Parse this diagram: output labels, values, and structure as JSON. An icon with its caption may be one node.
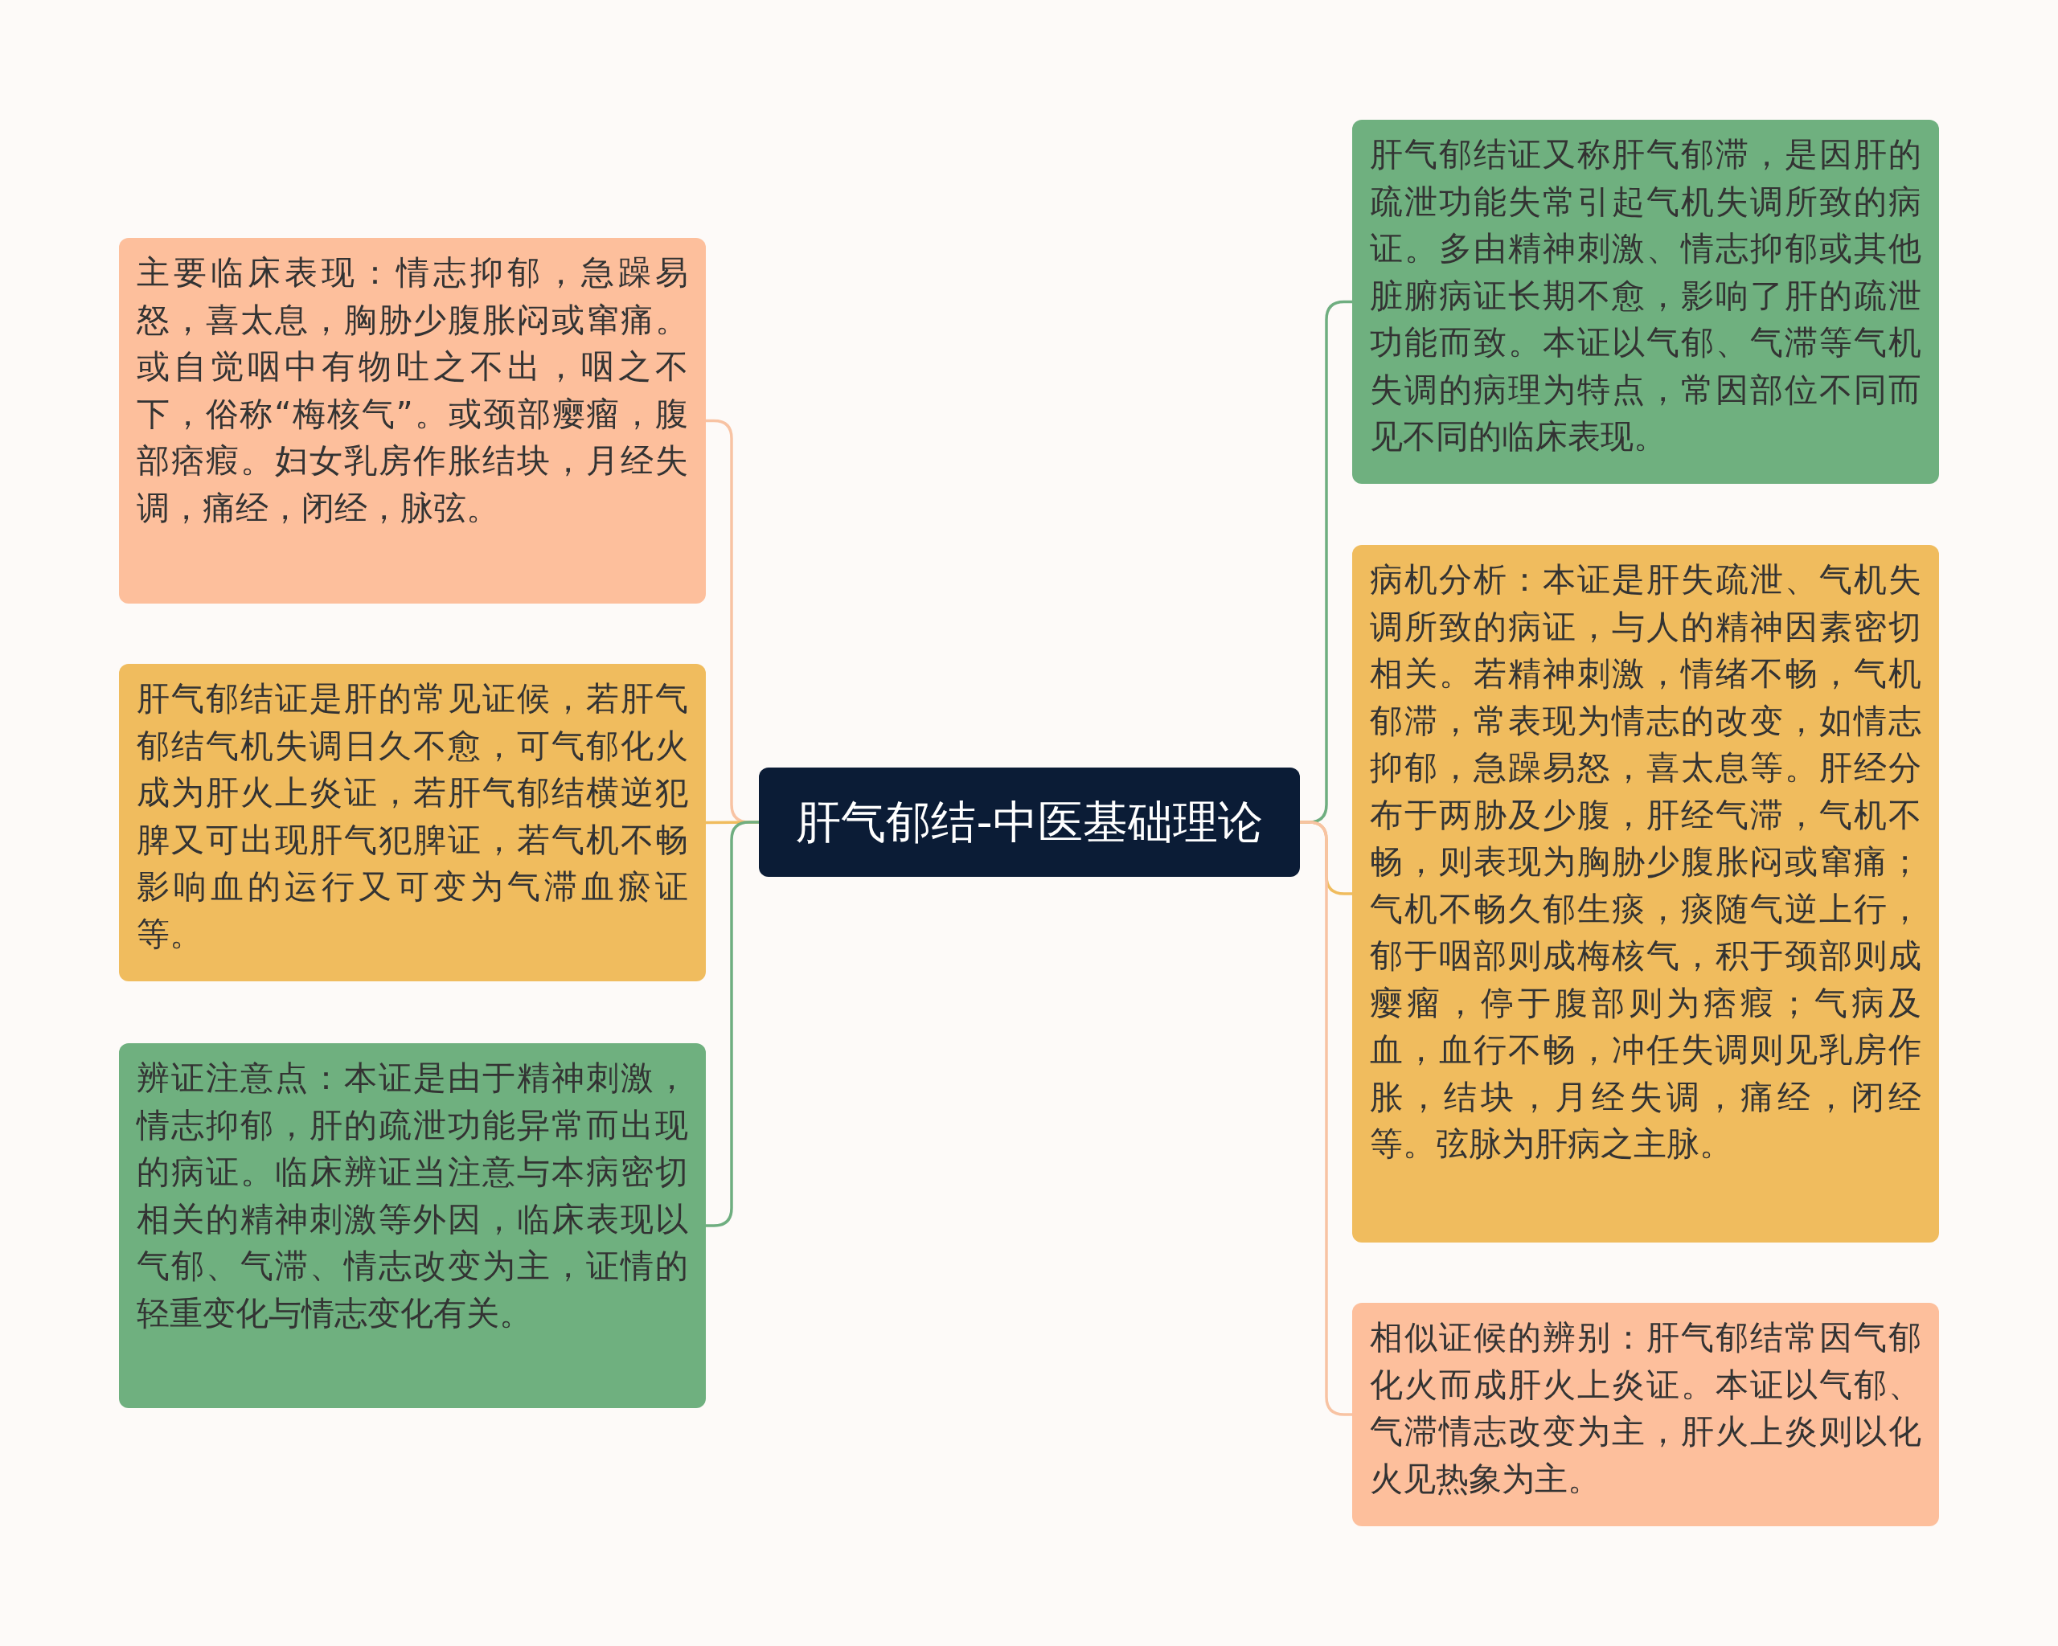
{
  "diagram": {
    "nodes": [
      {
        "text": [
          "肝气郁结-中医基础理论"
        ]
      },
      {
        "text": [
          "主要临床表现：情志抑郁，急躁易怒，喜太息，胸胁少腹胀闷或窜痛。或自觉咽中有物吐之不出，咽之不下，俗称“梅核气”。或颈部瘿瘤，腹部痞瘕。妇女乳房作胀结块，月经失调，痛经，闭经，脉弦。"
        ]
      },
      {
        "text": [
          "肝气郁结证是肝的常见证候，若肝气郁结气机失调日久不愈，可气郁化火成为肝火上炎证，若肝气郁结横逆犯脾又可出现肝气犯脾证，若气机不畅影响血的运行又可变为气滞血瘀证等。"
        ]
      },
      {
        "text": [
          "辨证注意点：本证是由于精神刺激，情志抑郁，肝的疏泄功能异常而出现的病证。临床辨证当注意与本病密切相关的精神刺激等外因，临床表现以气郁、气滞、情志改变为主，证情的轻重变化与情志变化有关。"
        ]
      },
      {
        "text": [
          "肝气郁结证又称肝气郁滞，是因肝的疏泄功能失常引起气机失调所致的病证。多由精神刺激、情志抑郁或其他脏腑病证长期不愈，影响了肝的疏泄功能而致。本证以气郁、气滞等气机失调的病理为特点，常因部位不同而见不同的临床表现。"
        ]
      },
      {
        "text": [
          "病机分析：本证是肝失疏泄、气机失调所致的病证，与人的精神因素密切相关。若精神刺激，情绪不畅，气机郁滞，常表现为情志的改变，如情志抑郁，急躁易怒，喜太息等。肝经分布于两胁及少腹，肝经气滞，气机不畅，则表现为胸胁少腹胀闷或窜痛；气机不畅久郁生痰，痰随气逆上行，郁于咽部则成梅核气，积于颈部则成瘿瘤，停于腹部则为痞瘕；气病及血，血行不畅，冲任失调则见乳房作胀，结块，月经失调，痛经，闭经等。弦脉为肝病之主脉。"
        ]
      },
      {
        "text": [
          "相似证候的辨别：肝气郁结常因气郁化火而成肝火上炎证。本证以气郁、气滞情志改变为主，肝火上炎则以化火见热象为主。"
        ]
      }
    ],
    "edges": [
      {
        "from": 0,
        "to": 1,
        "arrow": "none",
        "color": "#f8c3a3"
      },
      {
        "from": 0,
        "to": 2,
        "arrow": "none",
        "color": "#f0bc5e"
      },
      {
        "from": 0,
        "to": 3,
        "arrow": "none",
        "color": "#6fae80"
      },
      {
        "from": 0,
        "to": 4,
        "arrow": "none",
        "color": "#6fae80"
      },
      {
        "from": 0,
        "to": 5,
        "arrow": "none",
        "color": "#f0bc5e"
      },
      {
        "from": 0,
        "to": 6,
        "arrow": "none",
        "color": "#f8c3a3"
      }
    ]
  }
}
